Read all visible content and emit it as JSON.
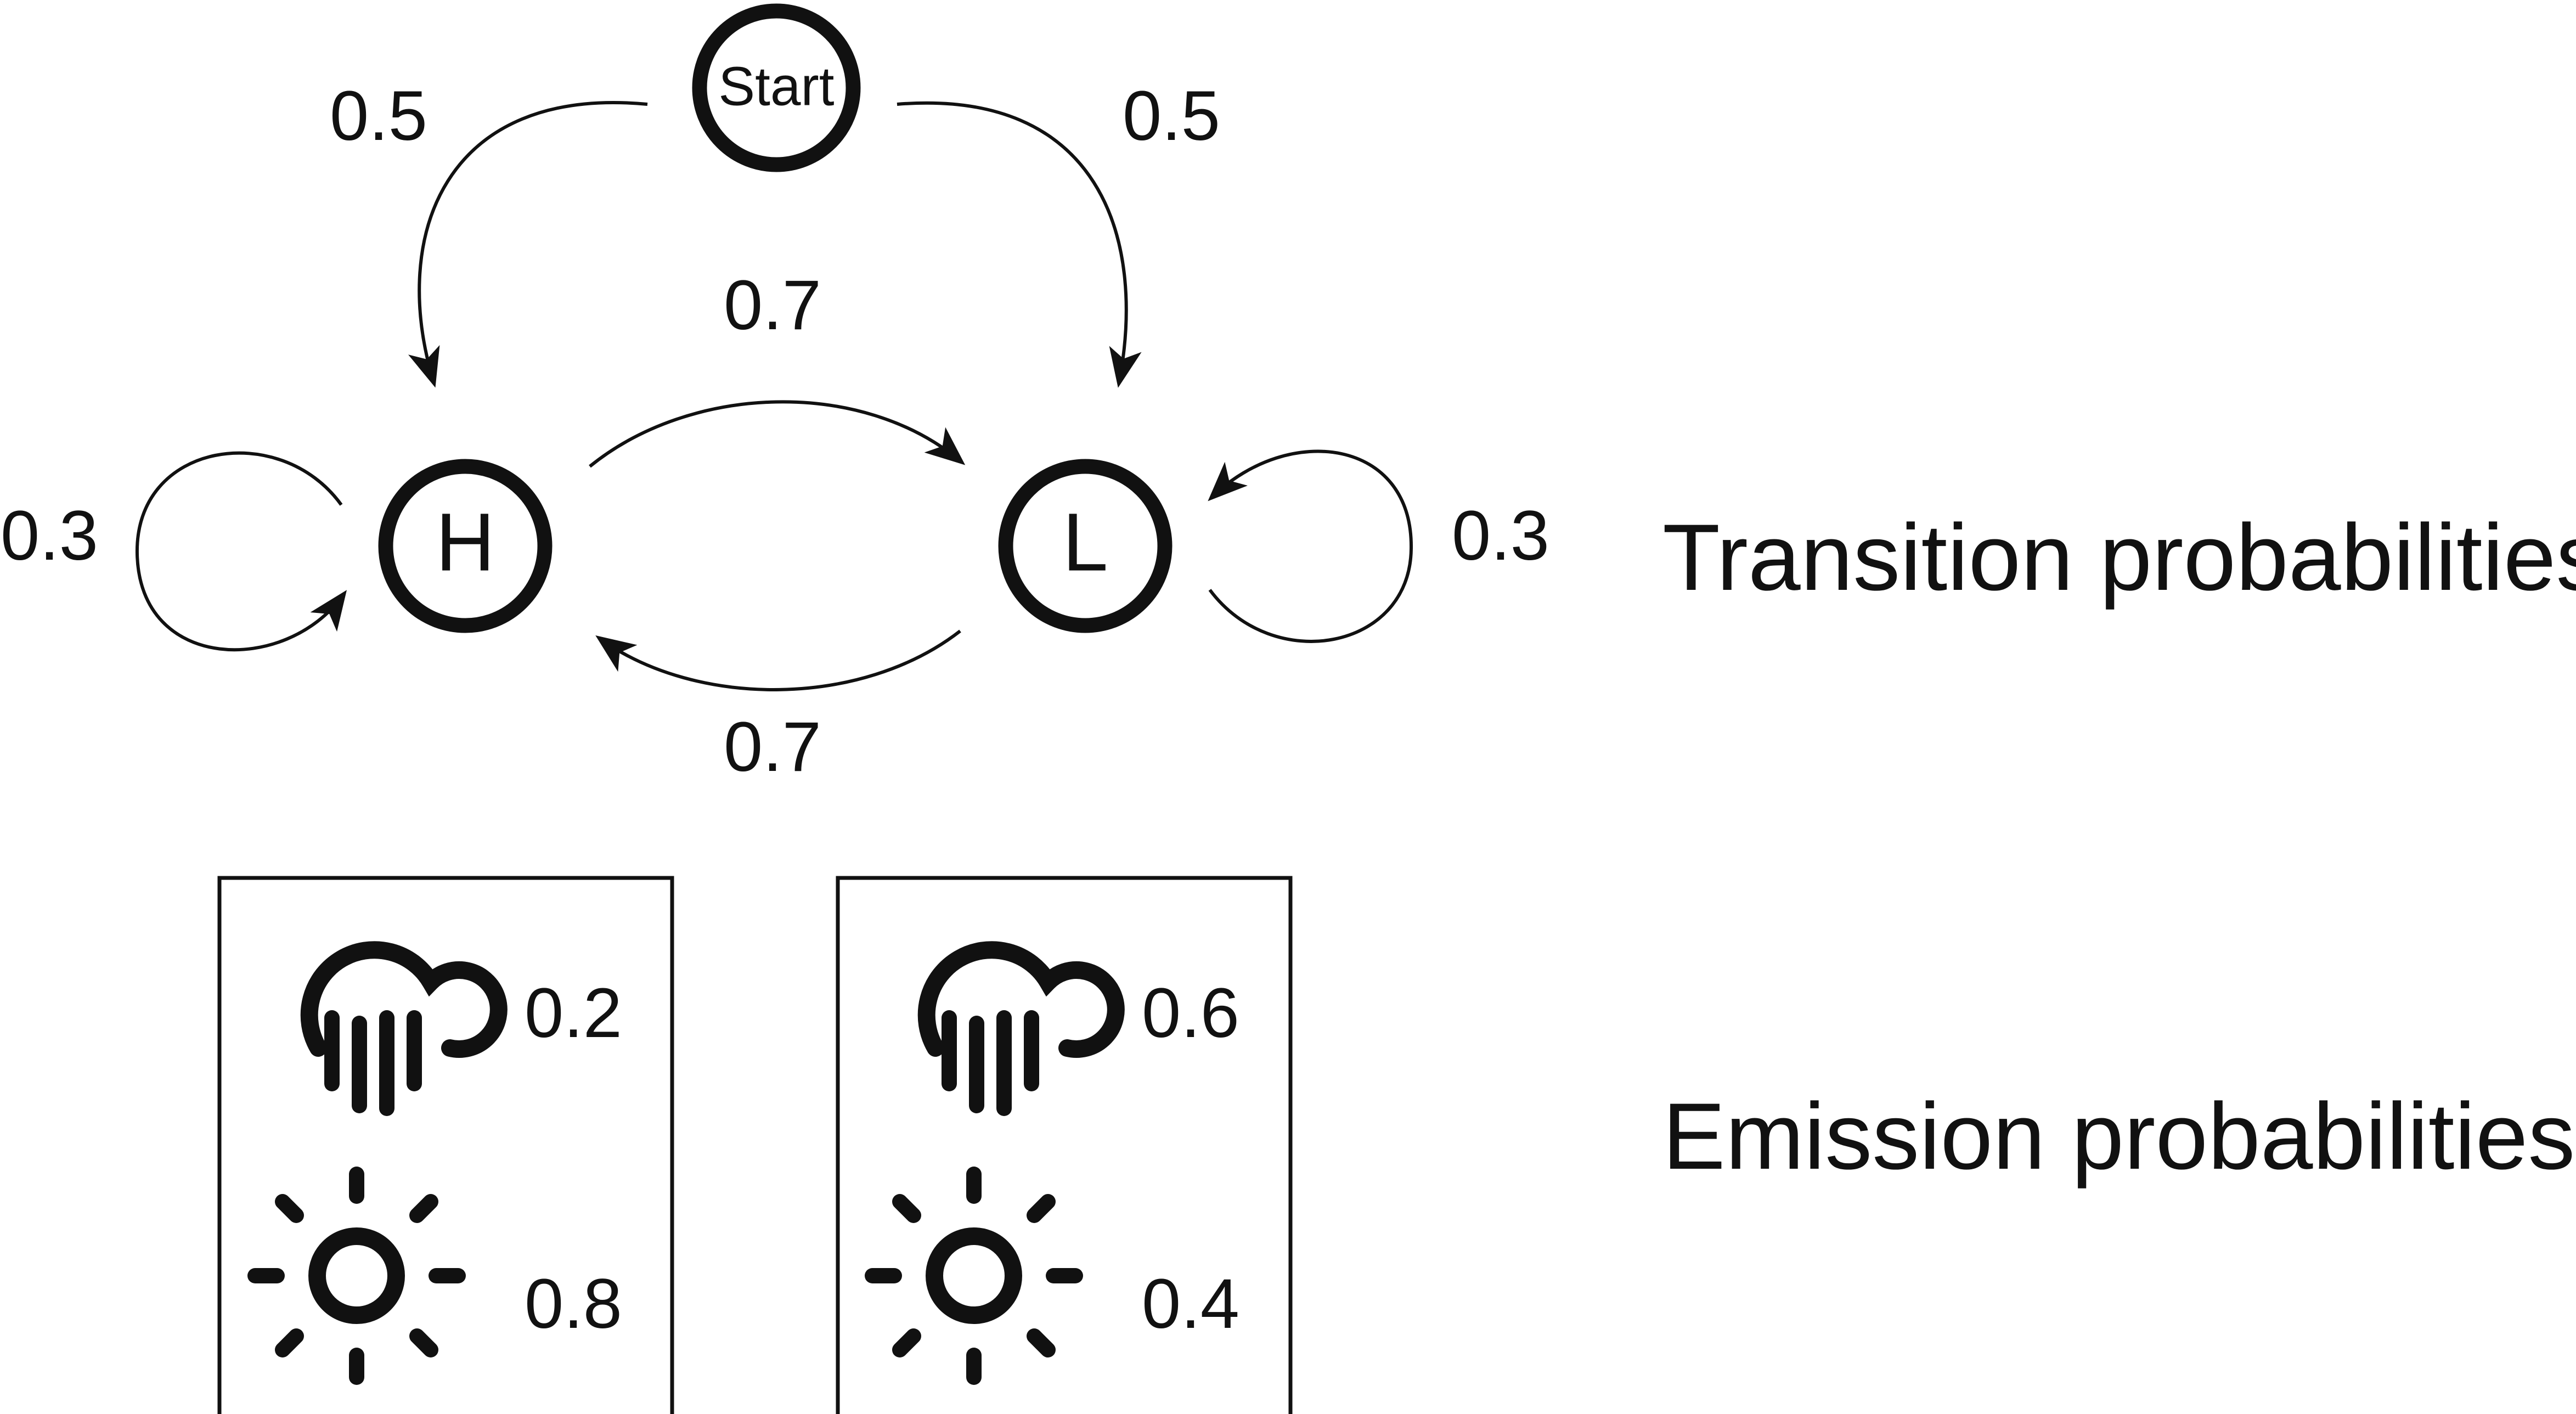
{
  "states": {
    "start": {
      "label": "Start"
    },
    "high": {
      "label": "H"
    },
    "low": {
      "label": "L"
    }
  },
  "transitions": {
    "start_to_h": "0.5",
    "start_to_l": "0.5",
    "h_to_h": "0.3",
    "l_to_l": "0.3",
    "h_to_l": "0.7",
    "l_to_h": "0.7"
  },
  "emissions": {
    "h": {
      "rain": "0.2",
      "sun": "0.8"
    },
    "l": {
      "rain": "0.6",
      "sun": "0.4"
    }
  },
  "icons": {
    "rain": "rain-cloud-icon",
    "sun": "sun-icon"
  },
  "sections": {
    "transition_title": "Transition probabilities",
    "emission_title": "Emission probabilities"
  }
}
